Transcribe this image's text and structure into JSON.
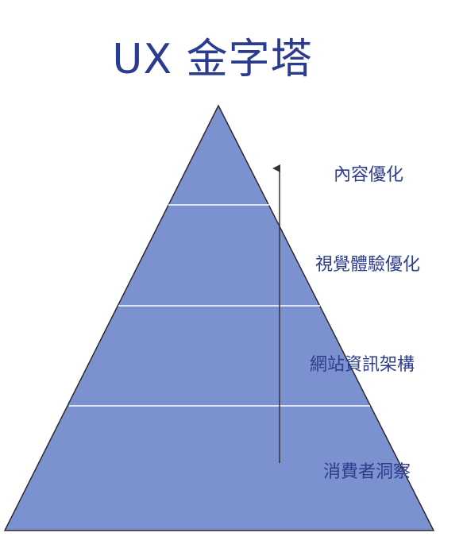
{
  "title": "UX 金字塔",
  "layers": [
    {
      "label": "內容優化"
    },
    {
      "label": "視覺體驗優化"
    },
    {
      "label": "網站資訊架構"
    },
    {
      "label": "消費者洞察"
    }
  ],
  "colors": {
    "pyramid_fill": "#7b91d0",
    "pyramid_outline": "#2a2a2a",
    "divider": "#ffffff",
    "title": "#2b3b8f",
    "label": "#2e3d8a",
    "arrow": "#333333"
  }
}
